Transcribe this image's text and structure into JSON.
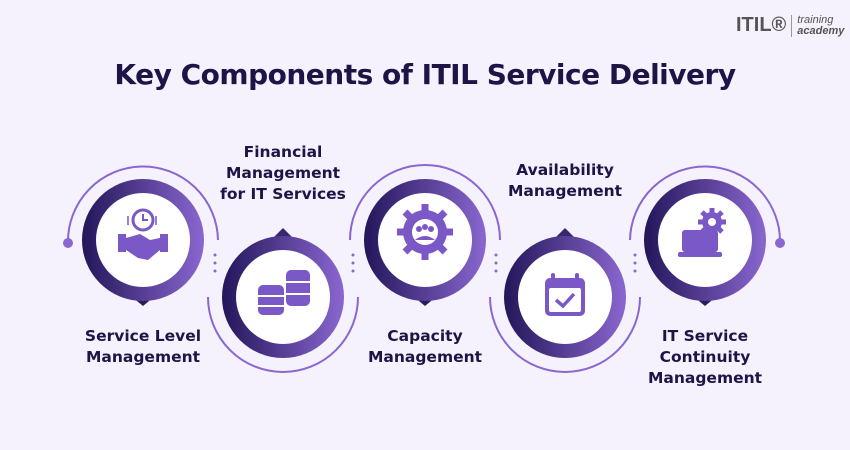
{
  "logo": {
    "brand": "ITIL®",
    "line1": "training",
    "line2": "academy"
  },
  "title": "Key Components of ITIL Service Delivery",
  "components": [
    {
      "lines": [
        "Service Level",
        "Management"
      ],
      "icon": "handshake-clock-icon"
    },
    {
      "lines": [
        "Financial",
        "Management",
        "for IT Services"
      ],
      "icon": "coins-stack-icon"
    },
    {
      "lines": [
        "Capacity",
        "Management"
      ],
      "icon": "gear-people-icon"
    },
    {
      "lines": [
        "Availability",
        "Management"
      ],
      "icon": "calendar-check-icon"
    },
    {
      "lines": [
        "IT Service",
        "Continuity",
        "Management"
      ],
      "icon": "laptop-gear-icon"
    }
  ],
  "colors": {
    "ring_dark": "#2a1a5e",
    "ring_light": "#8a67d0",
    "icon": "#7a58c6",
    "text": "#1f1446",
    "background": "#f5f1fd"
  }
}
